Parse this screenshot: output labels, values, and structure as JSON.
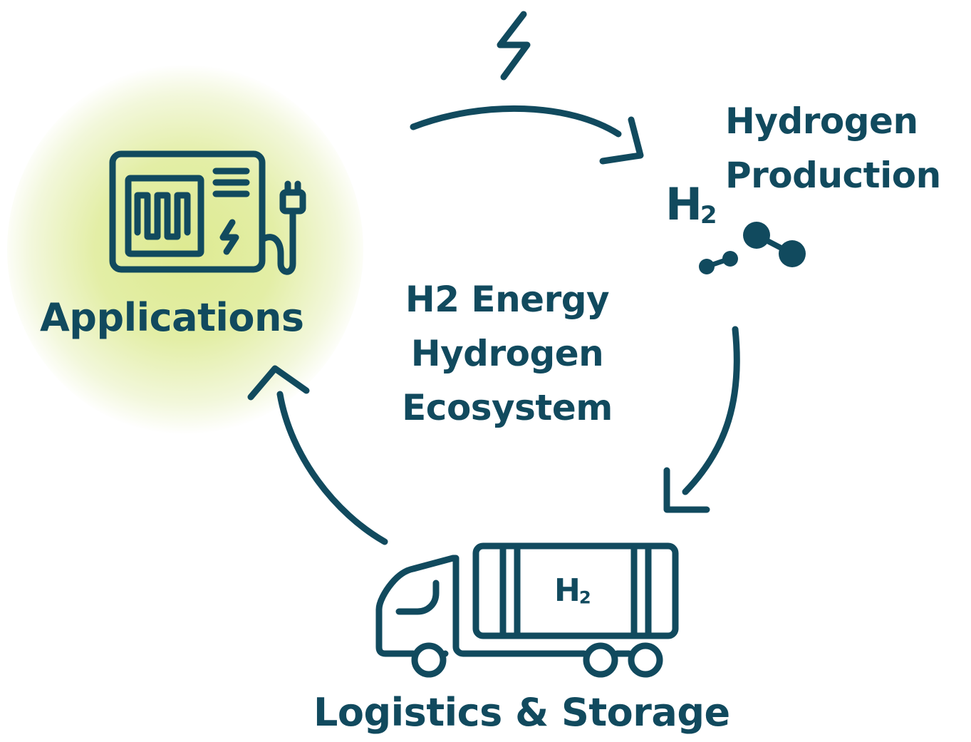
{
  "diagram": {
    "center_title": [
      "H2 Energy",
      "Hydrogen",
      "Ecosystem"
    ],
    "nodes": {
      "production": {
        "label_lines": [
          "Hydrogen",
          "Production"
        ],
        "formula": "H",
        "formula_sub": "2"
      },
      "logistics": {
        "label": "Logistics & Storage",
        "tank_formula": "H",
        "tank_formula_sub": "2"
      },
      "applications": {
        "label": "Applications"
      }
    },
    "icons": [
      "lightning-icon",
      "molecule-icon",
      "truck-icon",
      "appliance-icon",
      "plug-icon"
    ],
    "colors": {
      "primary": "#114a5e",
      "highlight": "#dce98c",
      "background": "#ffffff"
    }
  }
}
